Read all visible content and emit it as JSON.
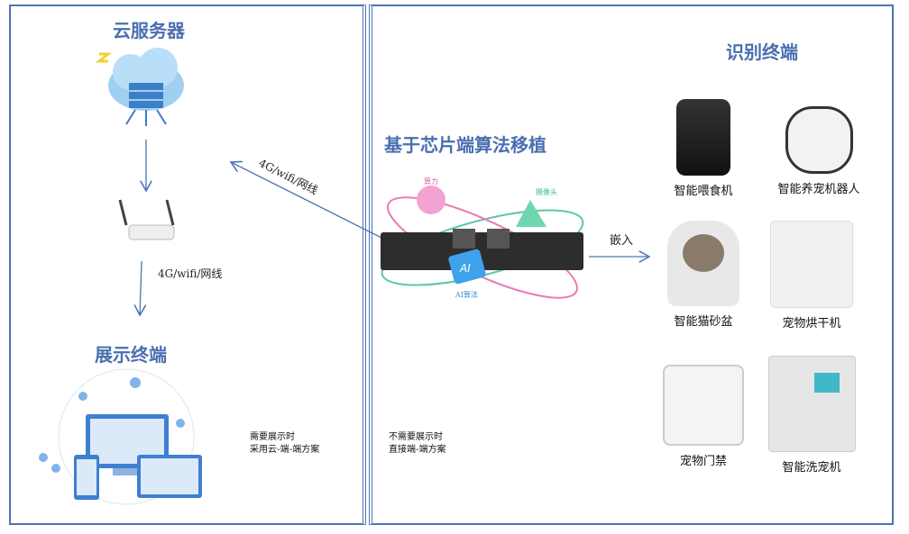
{
  "cloud": {
    "title": "云服务器"
  },
  "display": {
    "title": "展示终端"
  },
  "chip": {
    "title": "基于芯片端算法移植",
    "labels": {
      "compute": "算力",
      "camera": "摄像头",
      "ai": "AI算法",
      "ai_badge": "AI"
    }
  },
  "terminals": {
    "title": "识别终端",
    "items": [
      {
        "label": "智能喂食机"
      },
      {
        "label": "智能养宠机器人"
      },
      {
        "label": "智能猫砂盆"
      },
      {
        "label": "宠物烘干机"
      },
      {
        "label": "宠物门禁"
      },
      {
        "label": "智能洗宠机"
      }
    ]
  },
  "links": {
    "router_to_chip": "4G/wifi/网线",
    "router_to_display": "4G/wifi/网线",
    "embed": "嵌入"
  },
  "notes": {
    "cloud_line1": "需要展示时",
    "cloud_line2": "采用云-端-端方案",
    "direct_line1": "不需要展示时",
    "direct_line2": "直接端-端方案"
  }
}
